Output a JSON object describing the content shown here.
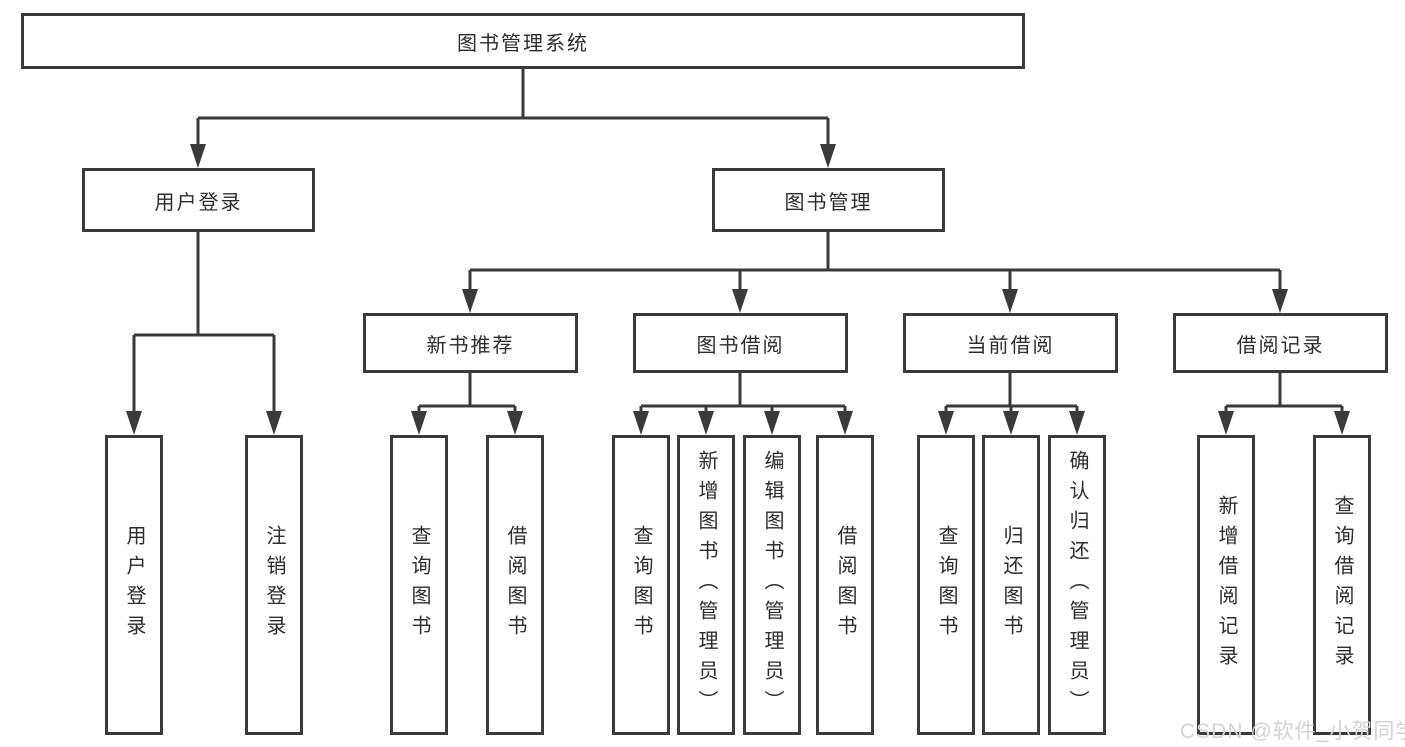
{
  "diagram": {
    "root": {
      "label": "图书管理系统"
    },
    "level2": [
      {
        "label": "用户登录",
        "children": [
          {
            "label": "用户登录"
          },
          {
            "label": "注销登录"
          }
        ]
      },
      {
        "label": "图书管理",
        "children": [
          {
            "label": "新书推荐",
            "children": [
              {
                "label": "查询图书"
              },
              {
                "label": "借阅图书"
              }
            ]
          },
          {
            "label": "图书借阅",
            "children": [
              {
                "label": "查询图书"
              },
              {
                "label": "新增图书（管理员）"
              },
              {
                "label": "编辑图书（管理员）"
              },
              {
                "label": "借阅图书"
              }
            ]
          },
          {
            "label": "当前借阅",
            "children": [
              {
                "label": "查询图书"
              },
              {
                "label": "归还图书"
              },
              {
                "label": "确认归还（管理员）"
              }
            ]
          },
          {
            "label": "借阅记录",
            "children": [
              {
                "label": "新增借阅记录"
              },
              {
                "label": "查询借阅记录"
              }
            ]
          }
        ]
      }
    ]
  },
  "colors": {
    "line": "#3a3a3a",
    "text": "#2d2d2d",
    "background": "#ffffff",
    "watermark": "#d3d3d3"
  },
  "watermark": {
    "text": "CSDN @软件_小贺同学"
  }
}
